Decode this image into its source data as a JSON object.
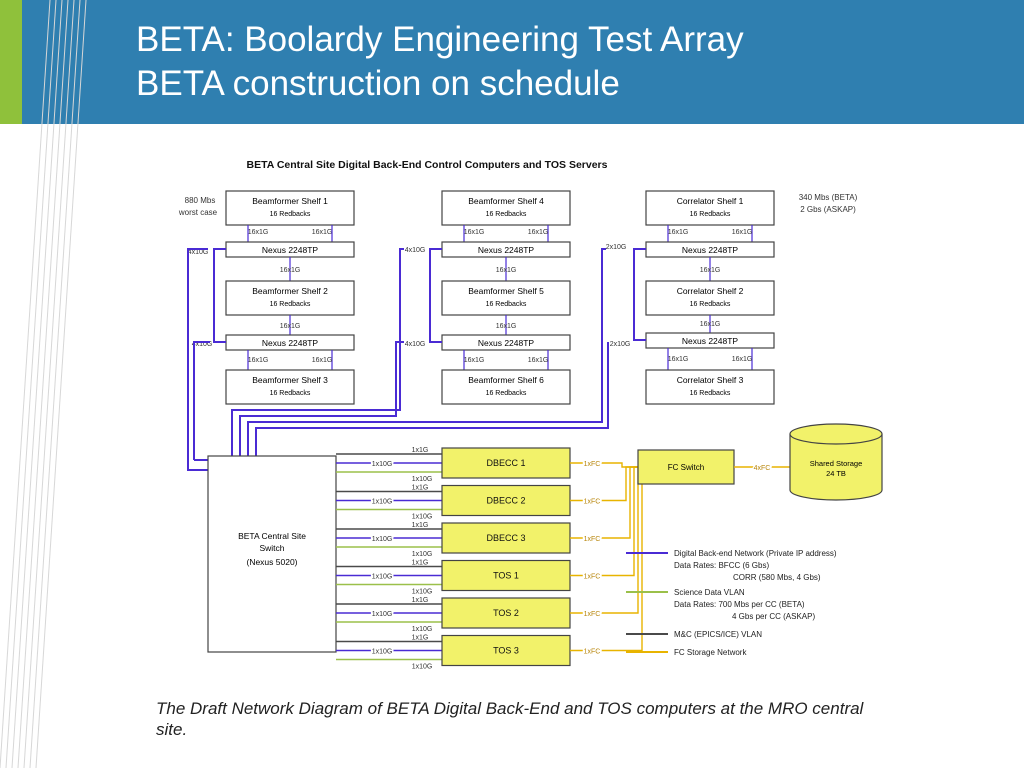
{
  "slide": {
    "title_line1": "BETA: Boolardy Engineering Test Array",
    "title_line2": "BETA construction on schedule",
    "caption": "The Draft Network Diagram of BETA Digital Back-End and TOS computers at the MRO central site."
  },
  "colors": {
    "header": "#2f7fb0",
    "accent": "#8fc13b",
    "digital_network": "#4a2bd4",
    "science_vlan": "#9bc04a",
    "mc_vlan": "#4a4a4a",
    "fc_storage": "#e8b400",
    "server_fill": "#f2f26a"
  },
  "diagram": {
    "title": "BETA Central Site Digital Back-End Control Computers and TOS Servers",
    "annot_left_1": "880 Mbs",
    "annot_left_2": "worst case",
    "annot_right_1": "340 Mbs (BETA)",
    "annot_right_2": "2 Gbs (ASKAP)",
    "col1": {
      "shelf1_title": "Beamformer Shelf 1",
      "shelf1_sub": "16 Redbacks",
      "shelf2_title": "Beamformer Shelf 2",
      "shelf2_sub": "16 Redbacks",
      "shelf3_title": "Beamformer Shelf 3",
      "shelf3_sub": "16 Redbacks",
      "nexus_a": "Nexus 2248TP",
      "nexus_b": "Nexus 2248TP",
      "link_a1": "16x1G",
      "link_a2": "16x1G",
      "link_mid1": "16x1G",
      "link_mid2": "16x1G",
      "link_b1": "16x1G",
      "link_b2": "16x1G",
      "uplink_a": "4x10G",
      "uplink_b": "4x10G"
    },
    "col2": {
      "shelf1_title": "Beamformer Shelf 4",
      "shelf1_sub": "16 Redbacks",
      "shelf2_title": "Beamformer Shelf 5",
      "shelf2_sub": "16 Redbacks",
      "shelf3_title": "Beamformer Shelf 6",
      "shelf3_sub": "16 Redbacks",
      "nexus_a": "Nexus 2248TP",
      "nexus_b": "Nexus 2248TP",
      "link_a1": "16x1G",
      "link_a2": "16x1G",
      "link_mid1": "16x1G",
      "link_mid2": "16x1G",
      "link_b1": "16x1G",
      "link_b2": "16x1G",
      "uplink_a": "4x10G",
      "uplink_b": "4x10G"
    },
    "col3": {
      "shelf1_title": "Correlator Shelf 1",
      "shelf1_sub": "16 Redbacks",
      "shelf2_title": "Correlator Shelf 2",
      "shelf2_sub": "16 Redbacks",
      "shelf3_title": "Correlator Shelf 3",
      "shelf3_sub": "16 Redbacks",
      "nexus_a": "Nexus 2248TP",
      "nexus_b": "Nexus 2248TP",
      "link_a1": "16x1G",
      "link_a2": "16x1G",
      "link_mid1": "16x1G",
      "link_mid2": "16x1G",
      "link_b1": "16x1G",
      "link_b2": "16x1G",
      "uplink_a": "2x10G",
      "uplink_b": "2x10G"
    },
    "central_switch": {
      "line1": "BETA Central Site",
      "line2": "Switch",
      "line3": "(Nexus 5020)"
    },
    "servers": [
      {
        "name": "DBECC 1",
        "link_top": "1x1G",
        "link_mid": "1x10G",
        "link_bot": "1x10G",
        "fc": "1xFC"
      },
      {
        "name": "DBECC 2",
        "link_top": "1x1G",
        "link_mid": "1x10G",
        "link_bot": "1x10G",
        "fc": "1xFC"
      },
      {
        "name": "DBECC 3",
        "link_top": "1x1G",
        "link_mid": "1x10G",
        "link_bot": "1x10G",
        "fc": "1xFC"
      },
      {
        "name": "TOS 1",
        "link_top": "1x1G",
        "link_mid": "1x10G",
        "link_bot": "1x10G",
        "fc": "1xFC"
      },
      {
        "name": "TOS 2",
        "link_top": "1x1G",
        "link_mid": "1x10G",
        "link_bot": "1x10G",
        "fc": "1xFC"
      },
      {
        "name": "TOS 3",
        "link_top": "1x1G",
        "link_mid": "1x10G",
        "link_bot": "1x10G",
        "fc": "1xFC"
      }
    ],
    "fc_switch": "FC Switch",
    "storage_link": "4xFC",
    "storage_line1": "Shared Storage",
    "storage_line2": "24 TB",
    "legend": {
      "l1": "Digital Back-end Network (Private IP address)",
      "l2": "Data Rates: BFCC (6 Gbs)",
      "l3": "CORR (580 Mbs, 4 Gbs)",
      "l4": "Science Data VLAN",
      "l5": "Data Rates: 700 Mbs per CC (BETA)",
      "l6": "4 Gbs per CC (ASKAP)",
      "l7": "M&C (EPICS/ICE) VLAN",
      "l8": "FC Storage Network"
    }
  }
}
